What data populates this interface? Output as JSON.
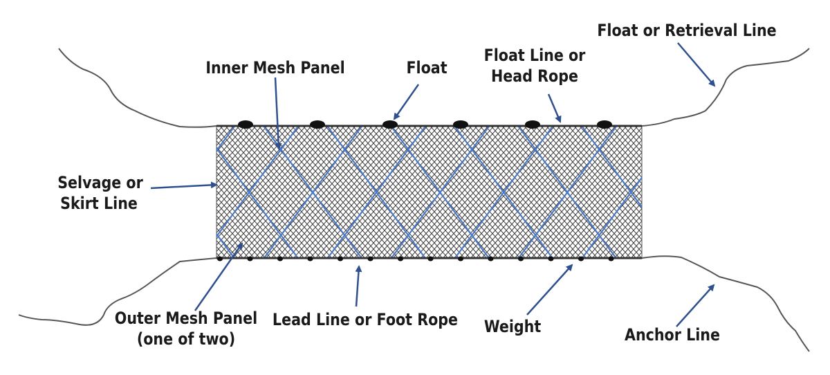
{
  "labels": {
    "float_or_retrieval_line": "Float or Retrieval Line",
    "inner_mesh_panel": "Inner Mesh Panel",
    "float": "Float",
    "float_line_1": "Float Line or",
    "float_line_2": "Head Rope",
    "selvage_1": "Selvage or",
    "selvage_2": "Skirt Line",
    "outer_mesh_1": "Outer Mesh Panel",
    "outer_mesh_2": "(one of two)",
    "lead_line": "Lead Line or Foot Rope",
    "weight": "Weight",
    "anchor_line": "Anchor Line"
  },
  "colors": {
    "arrow": "#2f4f8f",
    "outer_mesh": "#4a78c8",
    "inner_mesh": "#555555",
    "rope": "#333333",
    "float": "#111111"
  }
}
